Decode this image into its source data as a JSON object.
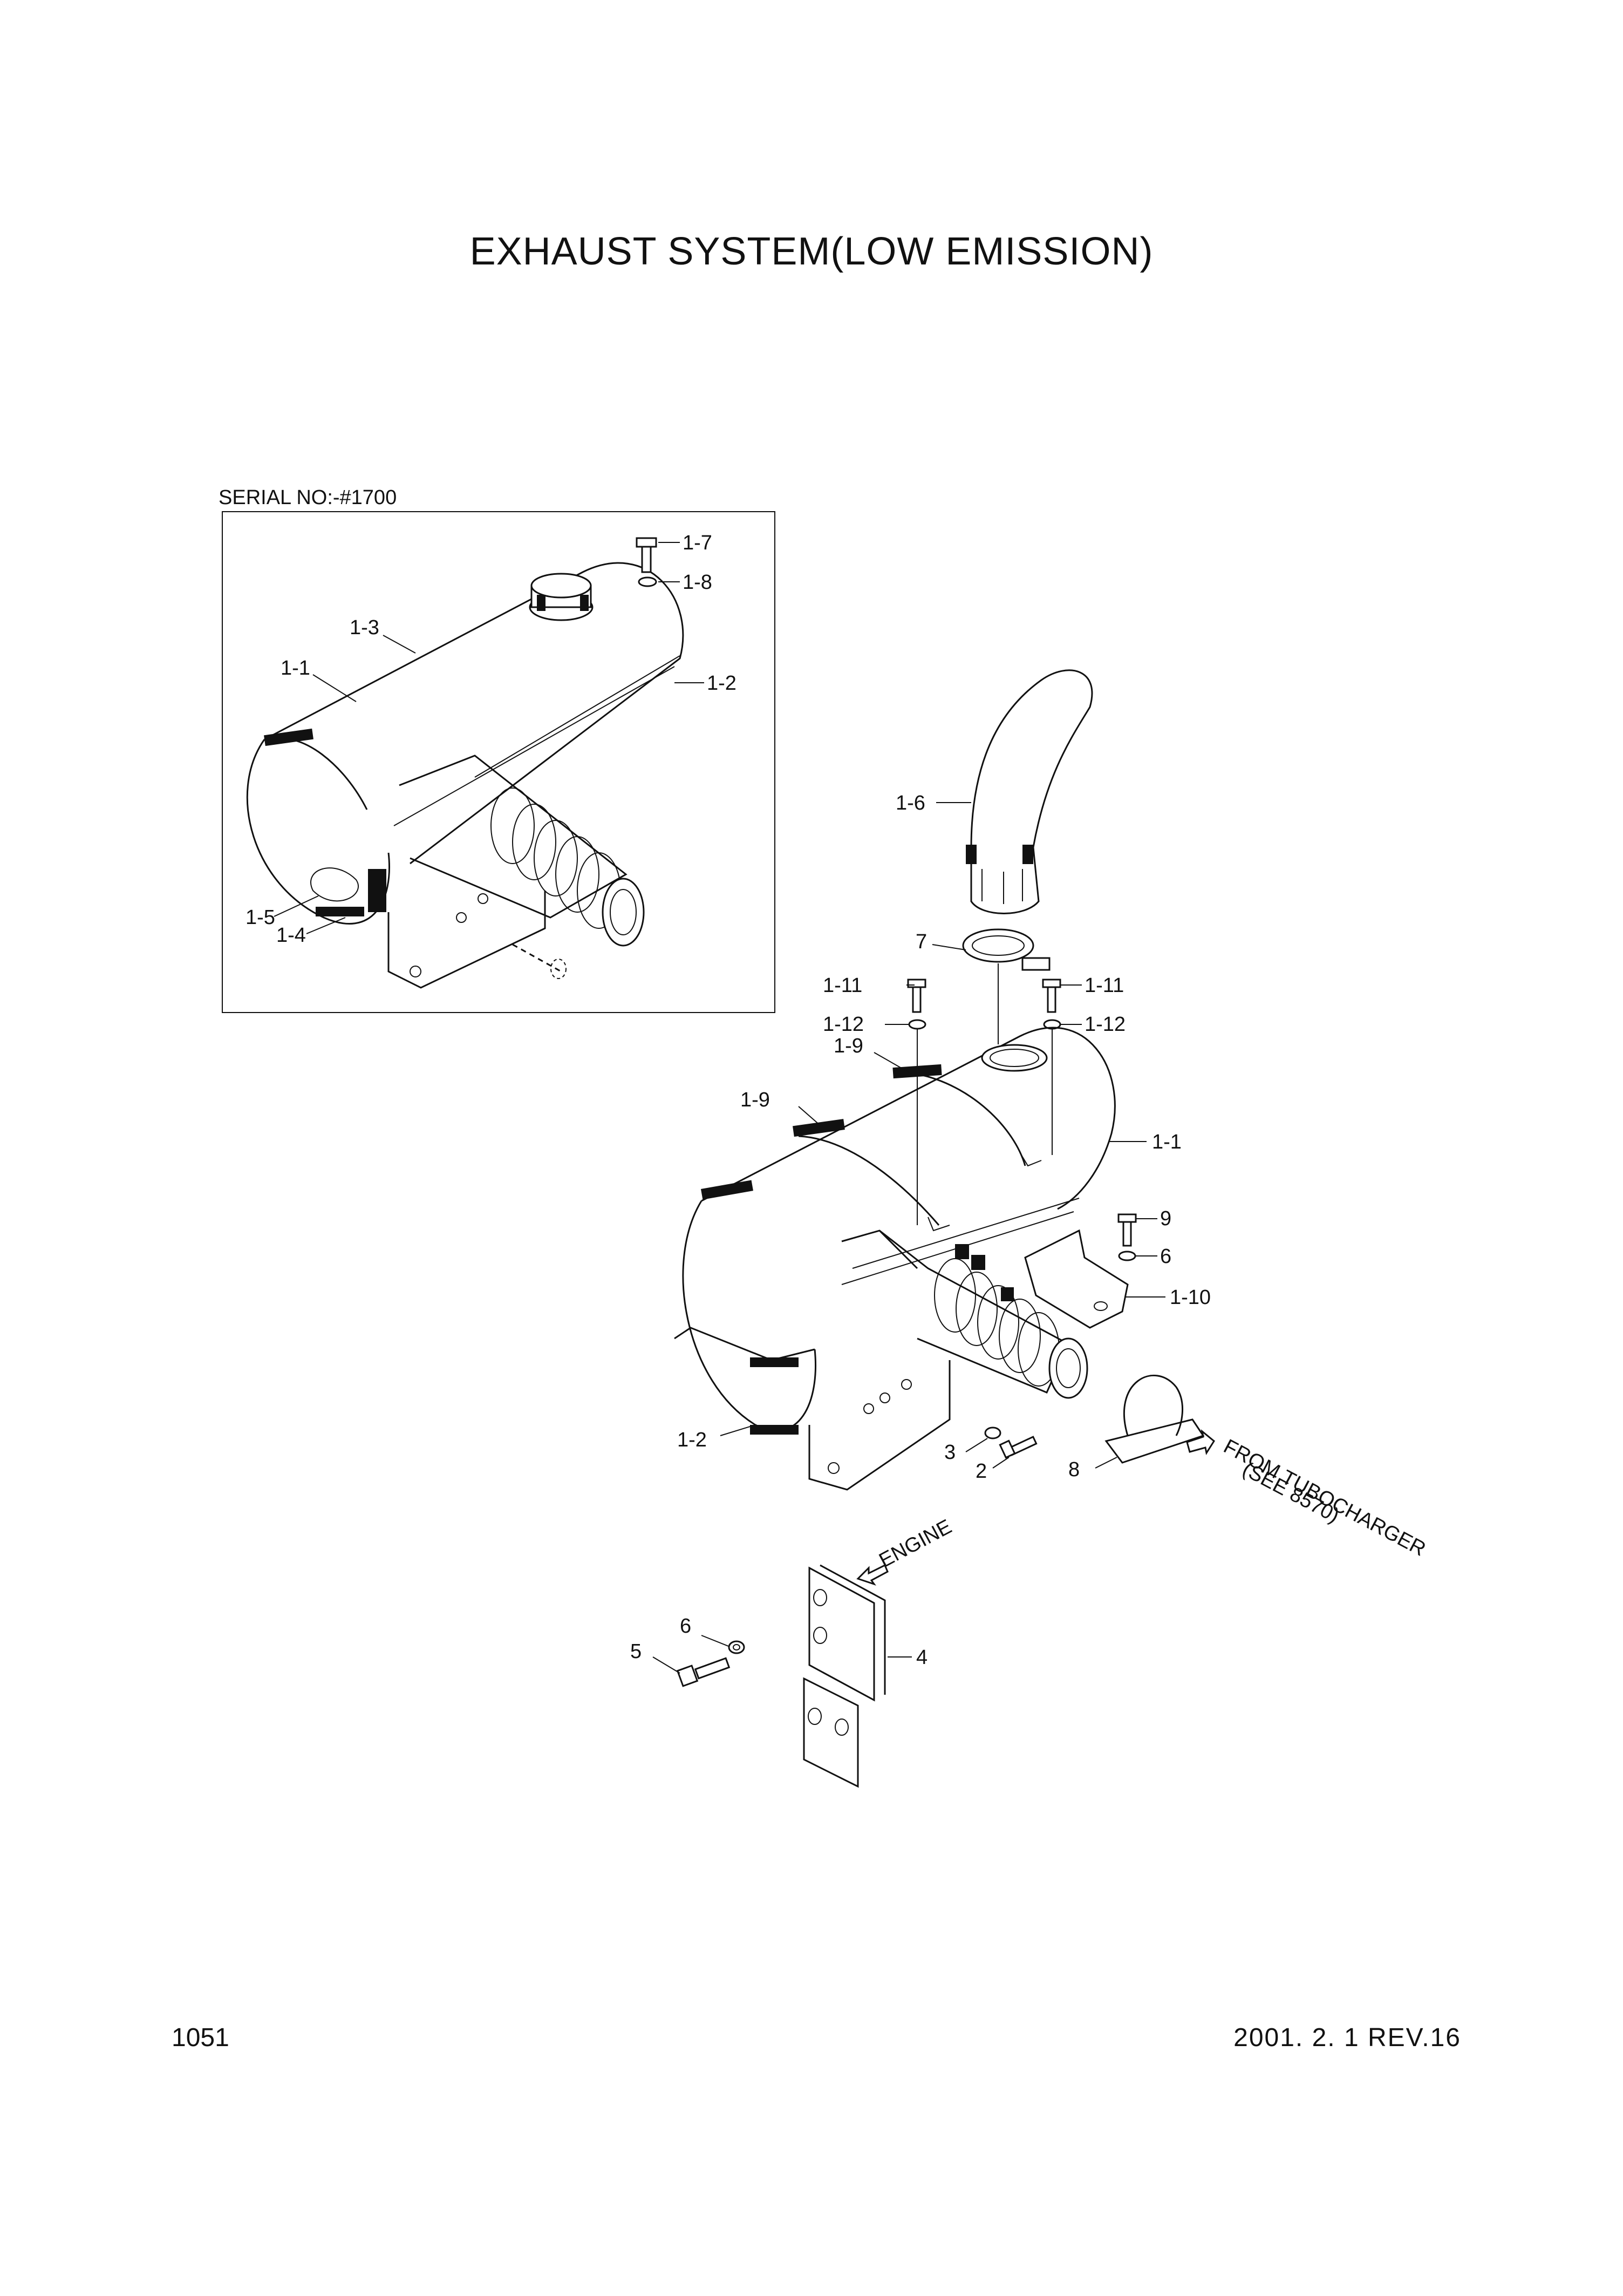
{
  "title": "EXHAUST SYSTEM(LOW EMISSION)",
  "page_number": "1051",
  "revision": "2001. 2. 1 REV.16",
  "inset": {
    "serial": "SERIAL NO:-#1700",
    "labels": {
      "p1_7": "1-7",
      "p1_8": "1-8",
      "p1_3": "1-3",
      "p1_1": "1-1",
      "p1_2": "1-2",
      "p1_5": "1-5",
      "p1_4": "1-4"
    }
  },
  "main": {
    "labels": {
      "p1_6": "1-6",
      "p7": "7",
      "p1_11a": "1-11",
      "p1_11b": "1-11",
      "p1_12a": "1-12",
      "p1_12b": "1-12",
      "p1_9a": "1-9",
      "p1_9b": "1-9",
      "p1_1": "1-1",
      "p9": "9",
      "p6a": "6",
      "p1_10": "1-10",
      "p1_2": "1-2",
      "p3": "3",
      "p2": "2",
      "p8": "8",
      "p6b": "6",
      "p5": "5",
      "p4": "4"
    },
    "notes": {
      "from_turbo_1": "FROM TUBOCHARGER",
      "from_turbo_2": "(SEE 8570)",
      "engine": "ENGINE"
    }
  }
}
